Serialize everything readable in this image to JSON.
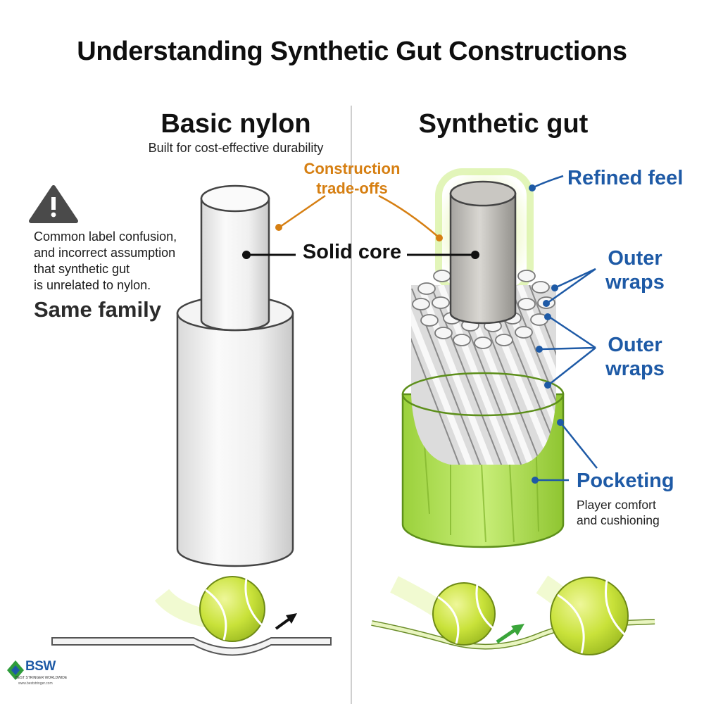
{
  "title": "Understanding Synthetic Gut Constructions",
  "left": {
    "heading": "Basic nylon",
    "subtitle": "Built for cost-effective durability"
  },
  "right": {
    "heading": "Synthetic gut"
  },
  "center": {
    "tradeoffs_line1": "Construction",
    "tradeoffs_line2": "trade-offs",
    "solid_core": "Solid core"
  },
  "warning": {
    "icon": "warning-triangle-icon",
    "line1": "Common label confusion,",
    "line2": "and incorrect assumption",
    "line3": "that synthetic gut",
    "line4": "is unrelated to nylon.",
    "emphasis": "Same family"
  },
  "labels": {
    "refined_feel": "Refined feel",
    "outer_wraps_1_a": "Outer",
    "outer_wraps_1_b": "wraps",
    "outer_wraps_2_a": "Outer",
    "outer_wraps_2_b": "wraps",
    "pocketing": "Pocketing",
    "pocketing_note_1": "Player comfort",
    "pocketing_note_2": "and cushioning"
  },
  "logo": {
    "text": "BSW",
    "tagline": "BEST STRINGER WORLDWIDE",
    "url": "www.beststringer.com"
  },
  "colors": {
    "accent_blue": "#1e5aa6",
    "accent_orange": "#d67f12",
    "green": "#a6d94a",
    "tennis_ball": "#c9e23a"
  }
}
